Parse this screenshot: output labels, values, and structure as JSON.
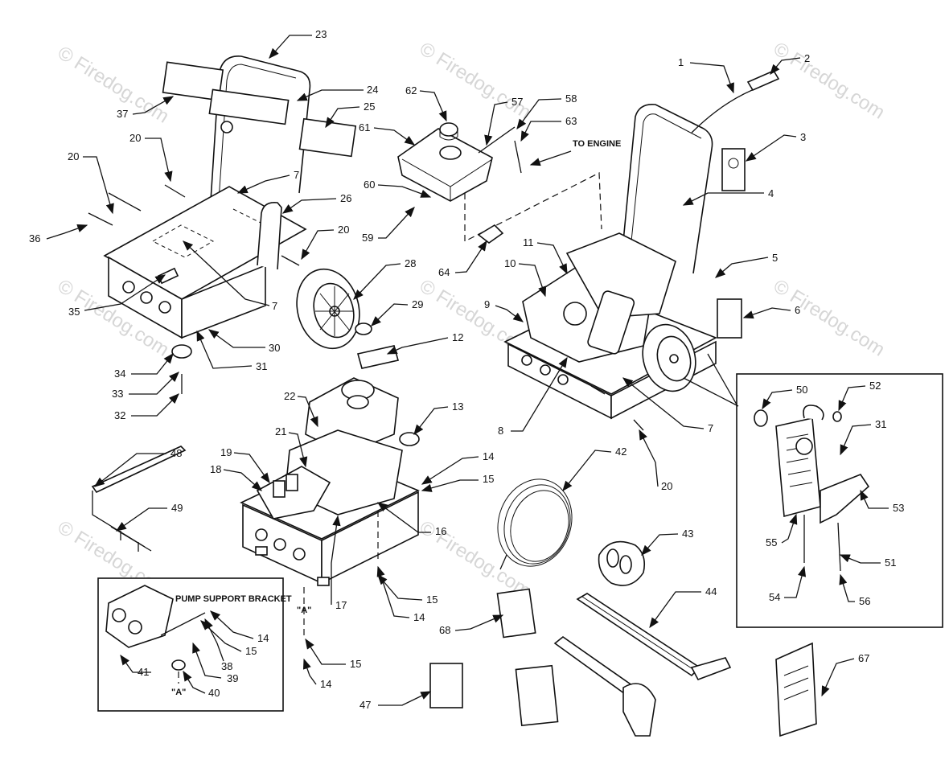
{
  "watermark": "© Firedog.com",
  "notes": {
    "to_engine": "TO ENGINE",
    "pump_support_bracket": "PUMP SUPPORT BRACKET",
    "a_mark": "\"A\""
  },
  "callouts": [
    "1",
    "2",
    "3",
    "4",
    "5",
    "6",
    "7",
    "8",
    "9",
    "10",
    "11",
    "12",
    "13",
    "14",
    "15",
    "16",
    "17",
    "18",
    "19",
    "20",
    "21",
    "22",
    "23",
    "24",
    "25",
    "26",
    "28",
    "29",
    "30",
    "31",
    "32",
    "33",
    "34",
    "35",
    "36",
    "37",
    "38",
    "39",
    "40",
    "41",
    "42",
    "43",
    "44",
    "47",
    "48",
    "49",
    "50",
    "51",
    "52",
    "53",
    "54",
    "55",
    "56",
    "57",
    "58",
    "59",
    "60",
    "61",
    "62",
    "63",
    "64",
    "67",
    "68"
  ]
}
